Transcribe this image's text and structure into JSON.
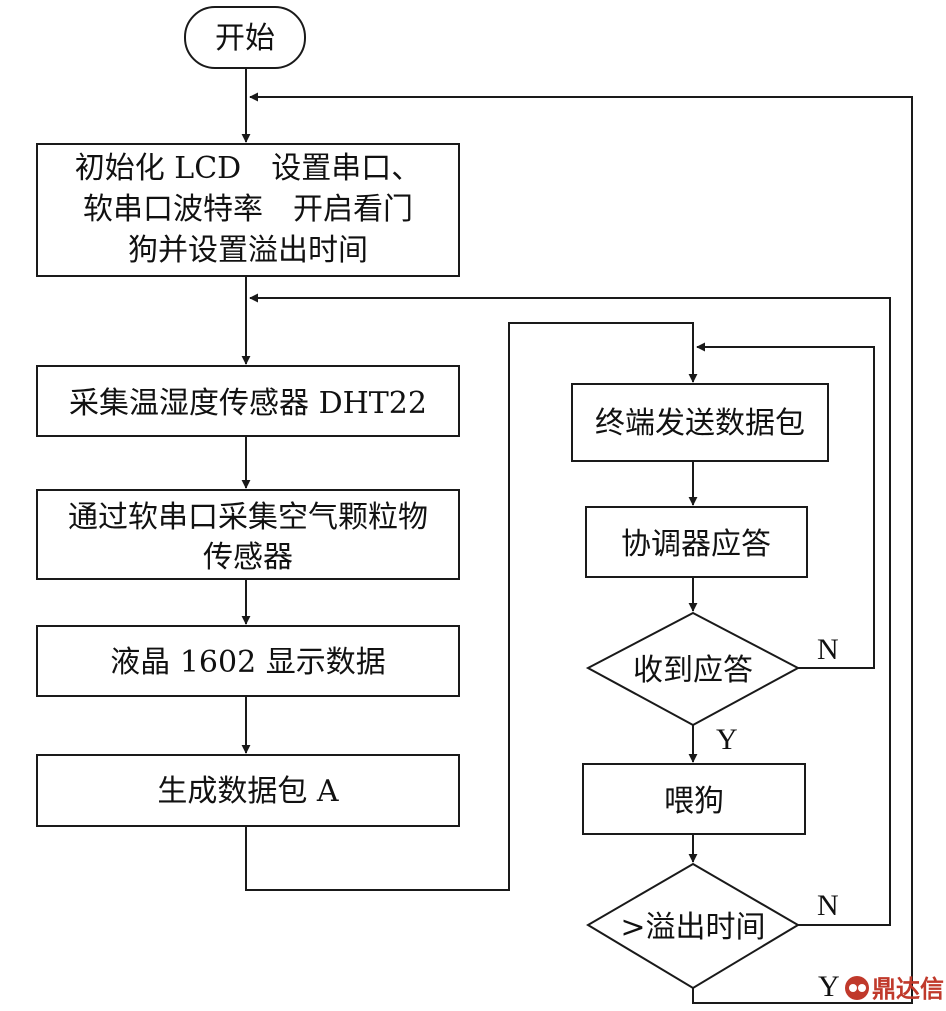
{
  "flowchart": {
    "start": "开始",
    "init": [
      "初始化 LCD　设置串口、",
      "软串口波特率　开启看门",
      "狗并设置溢出时间"
    ],
    "read_dht": "采集温湿度传感器 DHT22",
    "read_pm": [
      "通过软串口采集空气颗粒物",
      "传感器"
    ],
    "lcd_display": "液晶 1602 显示数据",
    "gen_packet": "生成数据包 A",
    "send_packet": "终端发送数据包",
    "coord_ack": "协调器应答",
    "decision_ack": "收到应答",
    "feed_dog": "喂狗",
    "decision_timeout": ">溢出时间",
    "label_n1": "N",
    "label_y1": "Y",
    "label_n2": "N",
    "label_y2": "Y"
  },
  "watermark": {
    "icon": "logo-icon",
    "text": "鼎达信",
    "color": "#c0392b"
  }
}
